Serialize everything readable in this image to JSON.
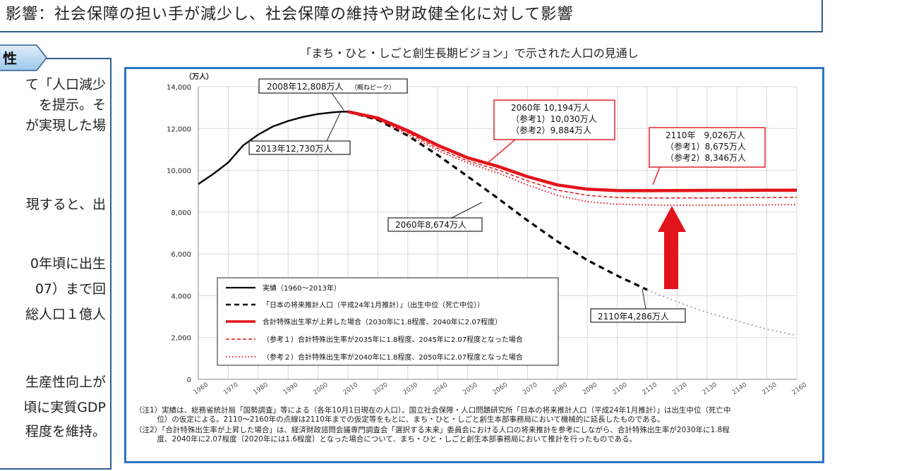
{
  "header": {
    "impact_text": "影響：社会保障の担い手が減少し、社会保障の維持や財政健全化に対して影響"
  },
  "left_panel": {
    "tag_label": "性",
    "lines": [
      "て「人口減少",
      "を提示。そ",
      "が実現した場",
      "",
      "現すると、出",
      "",
      "0年頃に出生",
      "07）まで回",
      "総人口１億人",
      "",
      "生産性向上が",
      "頃に実質GDP",
      "程度を維持。"
    ]
  },
  "chart_title": "「まち・ひと・しごと創生長期ビジョン」で示された人口の見通し",
  "chart_data": {
    "type": "line",
    "unit_label": "（万人）",
    "x_ticks": [
      1960,
      1970,
      1980,
      1990,
      2000,
      2010,
      2020,
      2030,
      2040,
      2050,
      2060,
      2070,
      2080,
      2090,
      2100,
      2110,
      2120,
      2130,
      2140,
      2150,
      2160
    ],
    "y_ticks": [
      0,
      2000,
      4000,
      6000,
      8000,
      10000,
      12000,
      14000
    ],
    "y_tick_labels": [
      "0",
      "2,000",
      "4,000",
      "6,000",
      "8,000",
      "10,000",
      "12,000",
      "14,000"
    ],
    "xlim": [
      1960,
      2160
    ],
    "ylim": [
      0,
      14000
    ],
    "series": [
      {
        "name": "実績（1960～2013年）",
        "style": "solid-black",
        "color": "#000000",
        "x": [
          1960,
          1965,
          1970,
          1975,
          1980,
          1985,
          1990,
          1995,
          2000,
          2005,
          2008,
          2010,
          2013
        ],
        "y": [
          9342,
          9828,
          10372,
          11194,
          11706,
          12105,
          12361,
          12557,
          12693,
          12777,
          12808,
          12806,
          12730
        ]
      },
      {
        "name": "「日本の将来推計人口（平成24年1月推計）」（出生中位（死亡中位））",
        "style": "dashed-black",
        "color": "#000000",
        "x": [
          2010,
          2020,
          2030,
          2040,
          2050,
          2060,
          2070,
          2080,
          2090,
          2100,
          2110
        ],
        "y": [
          12806,
          12410,
          11662,
          10728,
          9708,
          8674,
          7600,
          6600,
          5700,
          4959,
          4286
        ]
      },
      {
        "name": "",
        "style": "dotted-grey",
        "color": "#aaaaaa",
        "x": [
          2110,
          2120,
          2130,
          2140,
          2150,
          2160
        ],
        "y": [
          4286,
          3700,
          3200,
          2800,
          2400,
          2100
        ]
      },
      {
        "name": "合計特殊出生率が上昇した場合（2030年に1.8程度、2040年に2.07程度）",
        "style": "solid-red",
        "color": "#e2141b",
        "x": [
          2010,
          2020,
          2030,
          2040,
          2050,
          2060,
          2070,
          2080,
          2090,
          2100,
          2110,
          2120,
          2130,
          2140,
          2150,
          2160
        ],
        "y": [
          12806,
          12500,
          11900,
          11200,
          10600,
          10194,
          9700,
          9300,
          9100,
          9030,
          9026,
          9030,
          9040,
          9040,
          9050,
          9050
        ]
      },
      {
        "name": "（参考１）合計特殊出生率が2035年に1.8程度、2045年に2.07程度となった場合",
        "style": "dashed-red",
        "color": "#e2141b",
        "x": [
          2010,
          2020,
          2030,
          2040,
          2050,
          2060,
          2070,
          2080,
          2090,
          2100,
          2110,
          2120,
          2130,
          2140,
          2150,
          2160
        ],
        "y": [
          12806,
          12450,
          11800,
          11050,
          10450,
          10030,
          9500,
          9050,
          8800,
          8700,
          8675,
          8675,
          8680,
          8690,
          8700,
          8710
        ]
      },
      {
        "name": "（参考２）合計特殊出生率が2040年に1.8程度、2050年に2.07程度となった場合",
        "style": "dotted-red",
        "color": "#e2141b",
        "x": [
          2010,
          2020,
          2030,
          2040,
          2050,
          2060,
          2070,
          2080,
          2090,
          2100,
          2110,
          2120,
          2130,
          2140,
          2150,
          2160
        ],
        "y": [
          12806,
          12420,
          11720,
          10950,
          10350,
          9884,
          9300,
          8800,
          8500,
          8380,
          8346,
          8330,
          8330,
          8340,
          8350,
          8360
        ]
      }
    ],
    "annotations": [
      {
        "text": "2008年12,808万人",
        "sub": "（概ねピーク）"
      },
      {
        "text": "2013年12,730万人"
      },
      {
        "text": "2060年8,674万人"
      },
      {
        "text": "2110年4,286万人"
      },
      {
        "lines": [
          "2060年 10,194万人",
          "（参考1）10,030万人",
          "（参考2）9,884万人"
        ]
      },
      {
        "lines": [
          "2110年　9,026万人",
          "（参考1）8,675万人",
          "（参考2）8,346万人"
        ]
      }
    ]
  },
  "legend_labels": [
    "実績（1960～2013年）",
    "「日本の将来推計人口（平成24年1月推計）」（出生中位（死亡中位））",
    "合計特殊出生率が上昇した場合（2030年に1.8程度、2040年に2.07程度）",
    "（参考１）合計特殊出生率が2035年に1.8程度、2045年に2.07程度となった場合",
    "（参考２）合計特殊出生率が2040年に1.8程度、2050年に2.07程度となった場合"
  ],
  "notes": [
    "（注1）実績は、総務省統計局「国勢調査」等による（各年10月1日現在の人口）。国立社会保障・人口問題研究所「日本の将来推計人口（平成24年1月推計）」は出生中位（死亡中",
    "　　　位）の仮定による。2110～2160年の点線は2110年までの仮定等をもとに、まち・ひと・しごと創生本部事務局において機械的に延長したものである。",
    "（注2）「合計特殊出生率が上昇した場合」は、経済財政諮問会議専門調査会「選択する未来」委員会における人口の将来推計を参考にしながら、合計特殊出生率が2030年に1.8程",
    "　　　度、2040年に2.07程度（2020年には1.6程度）となった場合について、まち・ひと・しごと創生本部事務局において推計を行ったものである。"
  ]
}
